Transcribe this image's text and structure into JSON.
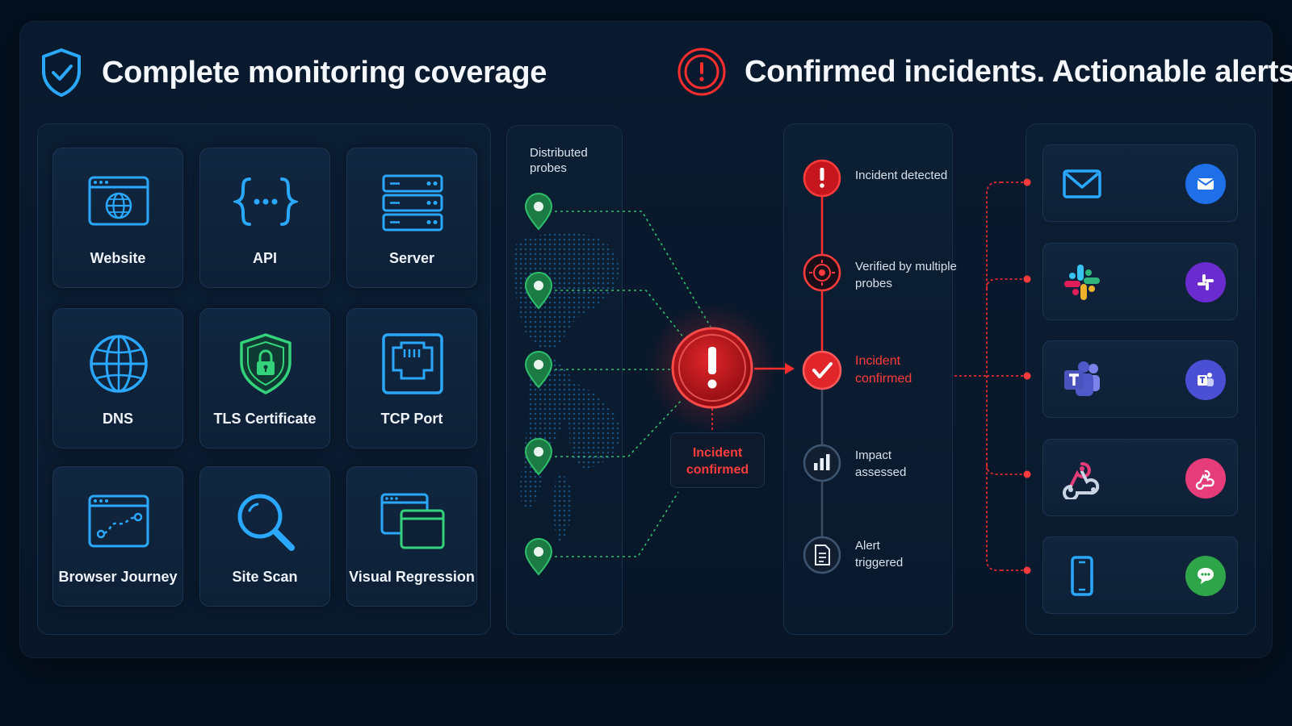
{
  "headlines": {
    "left": "Complete monitoring coverage",
    "right": "Confirmed incidents. Actionable alerts."
  },
  "services": [
    {
      "label": "Website",
      "icon": "browser-globe-icon"
    },
    {
      "label": "API",
      "icon": "api-braces-icon"
    },
    {
      "label": "Server",
      "icon": "server-rack-icon"
    },
    {
      "label": "DNS",
      "icon": "globe-icon"
    },
    {
      "label": "TLS Certificate",
      "icon": "shield-lock-icon"
    },
    {
      "label": "TCP Port",
      "icon": "ethernet-port-icon"
    },
    {
      "label": "Browser Journey",
      "icon": "browser-path-icon"
    },
    {
      "label": "Site Scan",
      "icon": "magnifier-icon"
    },
    {
      "label": "Visual Regression",
      "icon": "overlapping-windows-icon"
    }
  ],
  "probes": {
    "title": "Distributed probes",
    "count": 5,
    "icon": "map-pin-icon"
  },
  "central": {
    "icon": "exclamation-icon",
    "label": "Incident confirmed"
  },
  "steps": [
    {
      "label": "Incident detected",
      "icon": "exclamation-circle-icon",
      "state": "alert"
    },
    {
      "label": "Verified by multiple probes",
      "icon": "target-icon",
      "state": "alert"
    },
    {
      "label": "Incident confirmed",
      "icon": "checkmark-icon",
      "state": "active"
    },
    {
      "label": "Impact assessed",
      "icon": "bar-chart-icon",
      "state": "pending"
    },
    {
      "label": "Alert triggered",
      "icon": "document-icon",
      "state": "pending"
    }
  ],
  "channels": [
    {
      "icon": "email-envelope-icon",
      "badge_icon": "email-badge-icon",
      "badge_color": "#1f6fe8"
    },
    {
      "icon": "slack-icon",
      "badge_icon": "slack-badge-icon",
      "badge_color": "#6a2ccf"
    },
    {
      "icon": "teams-icon",
      "badge_icon": "teams-badge-icon",
      "badge_color": "#4b4fd6"
    },
    {
      "icon": "webhook-icon",
      "badge_icon": "webhook-badge-icon",
      "badge_color": "#e63d7a"
    },
    {
      "icon": "mobile-phone-icon",
      "badge_icon": "chat-badge-icon",
      "badge_color": "#2fa54a"
    }
  ],
  "colors": {
    "accent_blue": "#2aa8ff",
    "alert_red": "#ff2e2e",
    "probe_green": "#2fbf6a"
  }
}
